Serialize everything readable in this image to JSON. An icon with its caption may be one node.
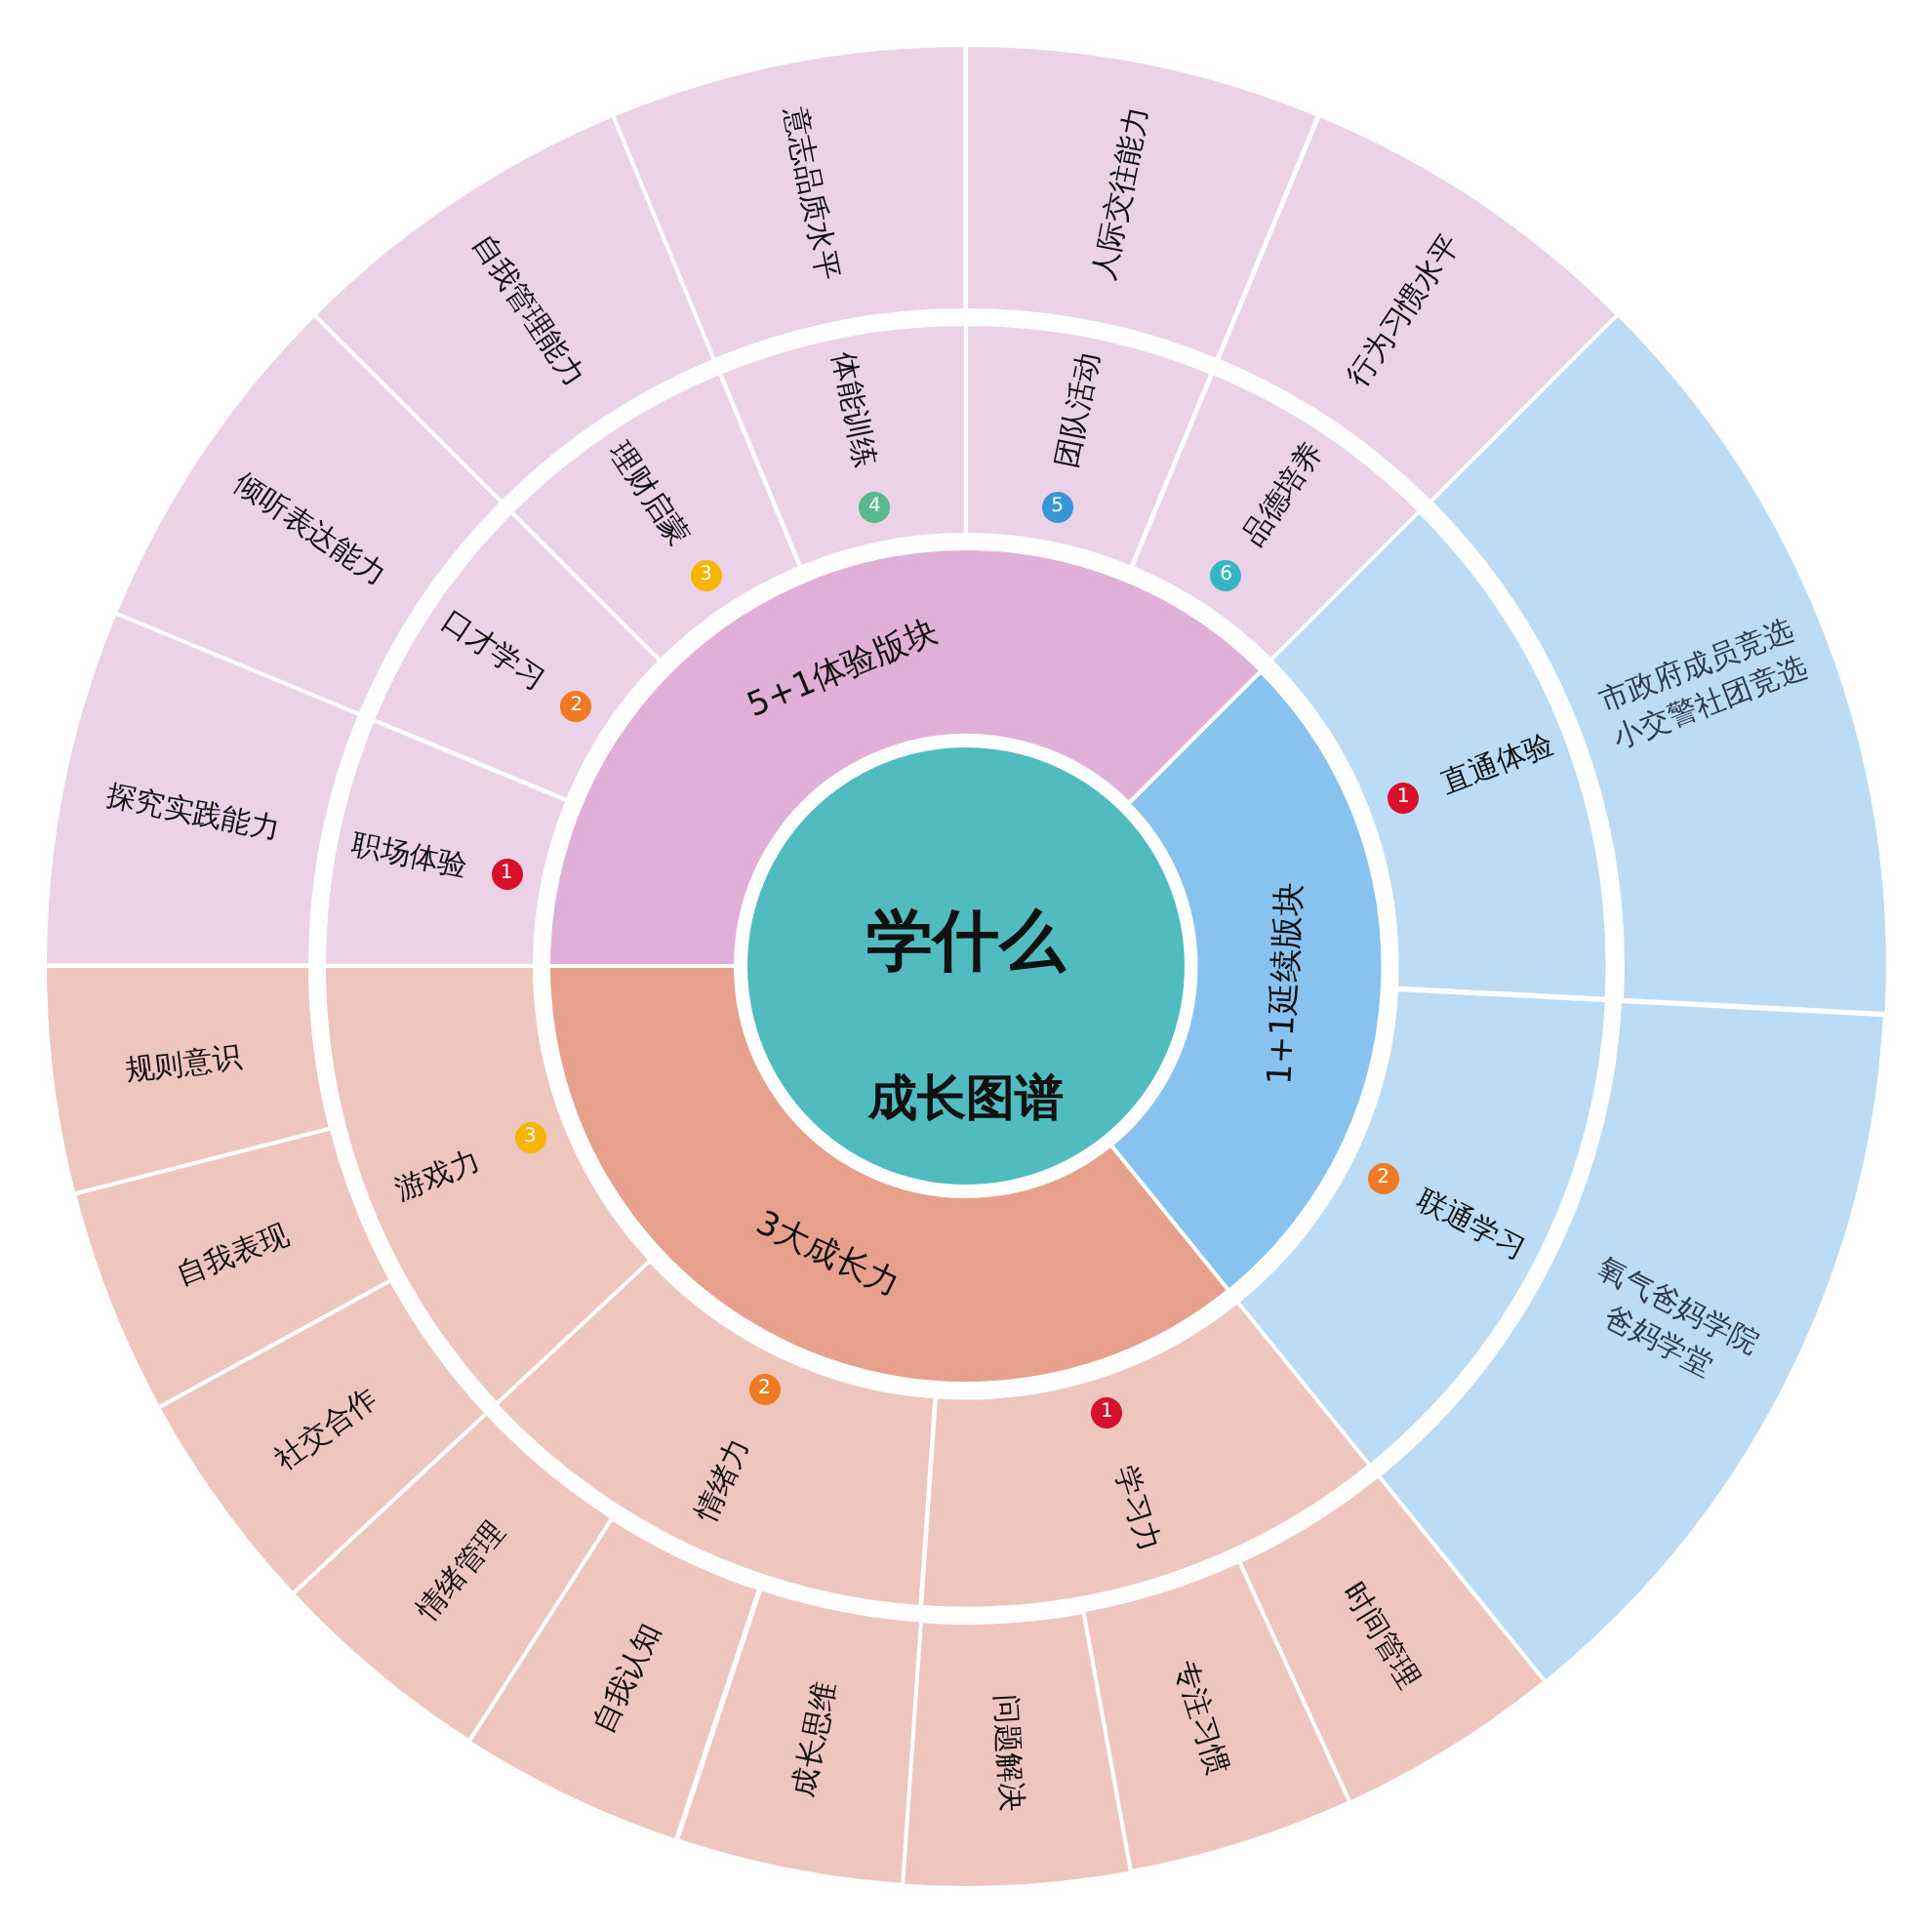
{
  "diagram": {
    "nodes": [
      {
        "text": [
          "学什么",
          "成长图谱"
        ]
      },
      {
        "text": [
          "5+1体验版块"
        ]
      },
      {
        "text": [
          "1+1延续版块"
        ]
      },
      {
        "text": [
          "3大成长力"
        ]
      },
      {
        "text": [
          "职场体验"
        ]
      },
      {
        "text": [
          "1"
        ],
        "in": 4
      },
      {
        "text": [
          "口才学习"
        ]
      },
      {
        "text": [
          "2"
        ],
        "in": 6
      },
      {
        "text": [
          "理财启蒙"
        ]
      },
      {
        "text": [
          "3"
        ],
        "in": 8
      },
      {
        "text": [
          "体能训练"
        ]
      },
      {
        "text": [
          "4"
        ],
        "in": 10
      },
      {
        "text": [
          "团队活动"
        ]
      },
      {
        "text": [
          "5"
        ],
        "in": 12
      },
      {
        "text": [
          "品德培养"
        ]
      },
      {
        "text": [
          "6"
        ],
        "in": 14
      },
      {
        "text": [
          "直通体验"
        ]
      },
      {
        "text": [
          "1"
        ],
        "in": 16
      },
      {
        "text": [
          "联通学习"
        ]
      },
      {
        "text": [
          "2"
        ],
        "in": 18
      },
      {
        "text": [
          "学习力"
        ]
      },
      {
        "text": [
          "1"
        ],
        "in": 20
      },
      {
        "text": [
          "情绪力"
        ]
      },
      {
        "text": [
          "2"
        ],
        "in": 22
      },
      {
        "text": [
          "游戏力"
        ]
      },
      {
        "text": [
          "3"
        ],
        "in": 24
      },
      {
        "text": [
          "探究实践能力"
        ]
      },
      {
        "text": [
          "倾听表达能力"
        ]
      },
      {
        "text": [
          "自我管理能力"
        ]
      },
      {
        "text": [
          "意志品质水平"
        ]
      },
      {
        "text": [
          "人际交往能力"
        ]
      },
      {
        "text": [
          "行为习惯水平"
        ]
      },
      {
        "text": [
          "市政府成员竞选",
          "小交警社团竞选"
        ]
      },
      {
        "text": [
          "氧气爸妈学院",
          "爸妈学堂"
        ]
      },
      {
        "text": [
          "时间管理"
        ]
      },
      {
        "text": [
          "专注习惯"
        ]
      },
      {
        "text": [
          "问题解决"
        ]
      },
      {
        "text": [
          "成长思维"
        ]
      },
      {
        "text": [
          "自我认知"
        ]
      },
      {
        "text": [
          "情绪管理"
        ]
      },
      {
        "text": [
          "社交合作"
        ]
      },
      {
        "text": [
          "自我表现"
        ]
      },
      {
        "text": [
          "规则意识"
        ]
      }
    ]
  }
}
